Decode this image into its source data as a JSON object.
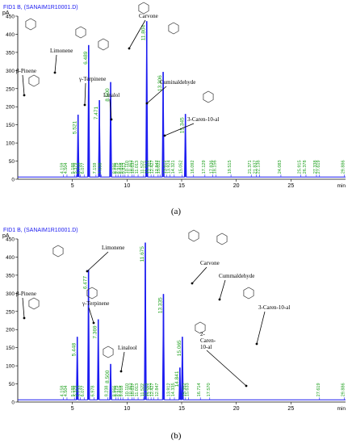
{
  "chart_data": [
    {
      "type": "line",
      "panel_label": "(a)",
      "header": "FID1 B, (SANAIM1R10001.D)",
      "ylabel": "pA",
      "xlabel": "min",
      "xlim": [
        0,
        30
      ],
      "ylim": [
        0,
        450
      ],
      "x_ticks": [
        5,
        10,
        15,
        20,
        25
      ],
      "y_ticks": [
        0,
        50,
        100,
        150,
        200,
        250,
        300,
        350,
        400,
        450
      ],
      "grid": false,
      "line_color": "#1c1cf0",
      "label_color": "#1a9e1a",
      "peaks": [
        {
          "rt": 5.521,
          "height": 178
        },
        {
          "rt": 6.489,
          "height": 370
        },
        {
          "rt": 7.471,
          "height": 218
        },
        {
          "rt": 8.5,
          "height": 268
        },
        {
          "rt": 11.804,
          "height": 436
        },
        {
          "rt": 13.306,
          "height": 296
        },
        {
          "rt": 15.345,
          "height": 180
        }
      ],
      "minor_labels": [
        "4.159",
        "4.504",
        "5.188",
        "5.379",
        "5.733",
        "6.077",
        "7.159",
        "7.638",
        "8.986",
        "9.175",
        "9.415",
        "9.618",
        "9.813",
        "10.110",
        "10.462",
        "10.637",
        "11.013",
        "11.522",
        "11.913",
        "12.201",
        "12.427",
        "12.847",
        "13.022",
        "13.612",
        "13.924",
        "14.321",
        "15.052",
        "16.092",
        "17.129",
        "17.836",
        "18.156",
        "19.515",
        "21.371",
        "21.837",
        "22.138",
        "24.083",
        "25.915",
        "26.378",
        "27.338",
        "27.619",
        "29.886"
      ],
      "compounds": [
        "β-Pinene",
        "Limonene",
        "γ-Terpinene",
        "Linalol",
        "Carvone",
        "Cuminaldehyde",
        "3-Caren-10-al"
      ]
    },
    {
      "type": "line",
      "panel_label": "(b)",
      "header": "FID1 B, (SANAIM1R10001.D)",
      "ylabel": "pA",
      "xlabel": "min",
      "xlim": [
        0,
        30
      ],
      "ylim": [
        0,
        450
      ],
      "x_ticks": [
        5,
        10,
        15,
        20,
        25
      ],
      "y_ticks": [
        0,
        50,
        100,
        150,
        200,
        250,
        300,
        350,
        400,
        450
      ],
      "grid": false,
      "line_color": "#1c1cf0",
      "label_color": "#1a9e1a",
      "peaks": [
        {
          "rt": 5.448,
          "height": 180
        },
        {
          "rt": 6.477,
          "height": 365
        },
        {
          "rt": 7.369,
          "height": 228
        },
        {
          "rt": 8.5,
          "height": 105
        },
        {
          "rt": 11.675,
          "height": 440
        },
        {
          "rt": 13.335,
          "height": 298
        },
        {
          "rt": 14.841,
          "height": 95
        },
        {
          "rt": 15.065,
          "height": 180
        }
      ],
      "minor_labels": [
        "4.158",
        "4.504",
        "5.188",
        "5.379",
        "5.733",
        "6.077",
        "6.978",
        "8.238",
        "8.966",
        "9.175",
        "9.415",
        "9.618",
        "10.110",
        "10.462",
        "10.637",
        "11.013",
        "11.522",
        "11.913",
        "12.201",
        "12.427",
        "12.847",
        "13.912",
        "14.335",
        "15.352",
        "15.633",
        "16.714",
        "17.570",
        "27.619",
        "29.886"
      ],
      "compounds": [
        "β-Pinene",
        "Limonene",
        "γ-Terpinene",
        "Linalool",
        "Carvone",
        "Cummaldehyde",
        "2-Caren-10-al",
        "3-Caren-10-al"
      ]
    }
  ]
}
